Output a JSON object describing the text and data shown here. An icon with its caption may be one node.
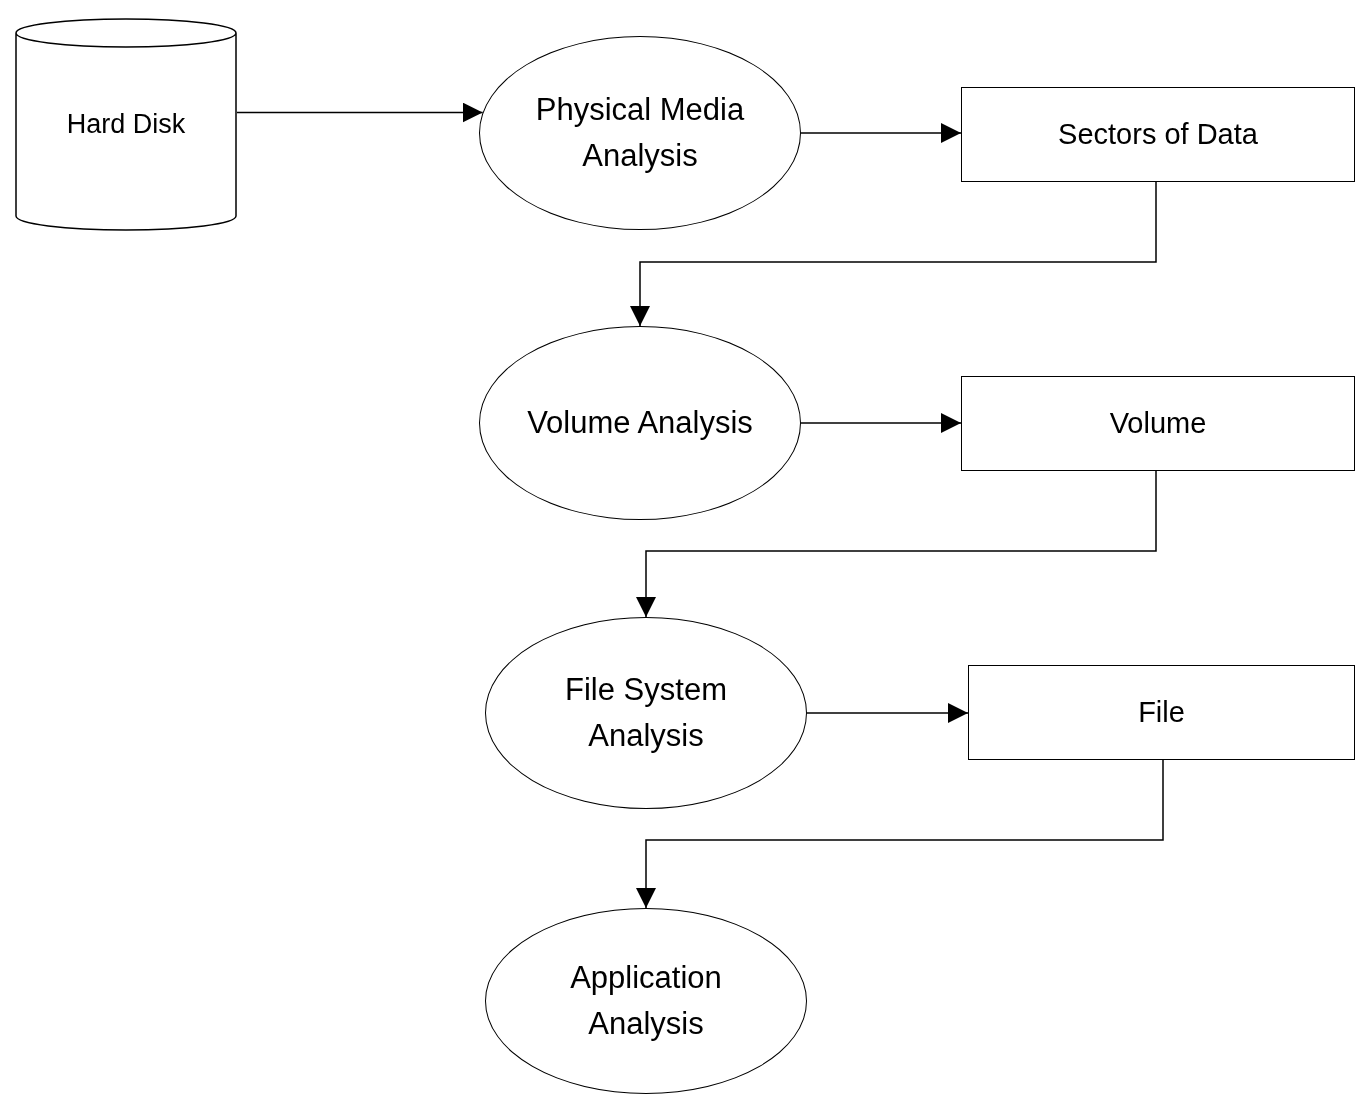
{
  "diagram": {
    "nodes": [
      {
        "text": [
          "Hard Disk"
        ]
      },
      {
        "text": [
          "Physical Media Analysis"
        ]
      },
      {
        "text": [
          "Sectors of Data"
        ]
      },
      {
        "text": [
          "Volume Analysis"
        ]
      },
      {
        "text": [
          "Volume"
        ]
      },
      {
        "text": [
          "File System Analysis"
        ]
      },
      {
        "text": [
          "File"
        ]
      },
      {
        "text": [
          "Application Analysis"
        ]
      }
    ],
    "edges": [
      {
        "from": 0,
        "to": 1,
        "arrow": "to"
      },
      {
        "from": 1,
        "to": 2,
        "arrow": "to"
      },
      {
        "from": 2,
        "to": 3,
        "arrow": "to"
      },
      {
        "from": 3,
        "to": 4,
        "arrow": "to"
      },
      {
        "from": 4,
        "to": 5,
        "arrow": "to"
      },
      {
        "from": 5,
        "to": 6,
        "arrow": "to"
      },
      {
        "from": 6,
        "to": 7,
        "arrow": "to"
      }
    ]
  }
}
